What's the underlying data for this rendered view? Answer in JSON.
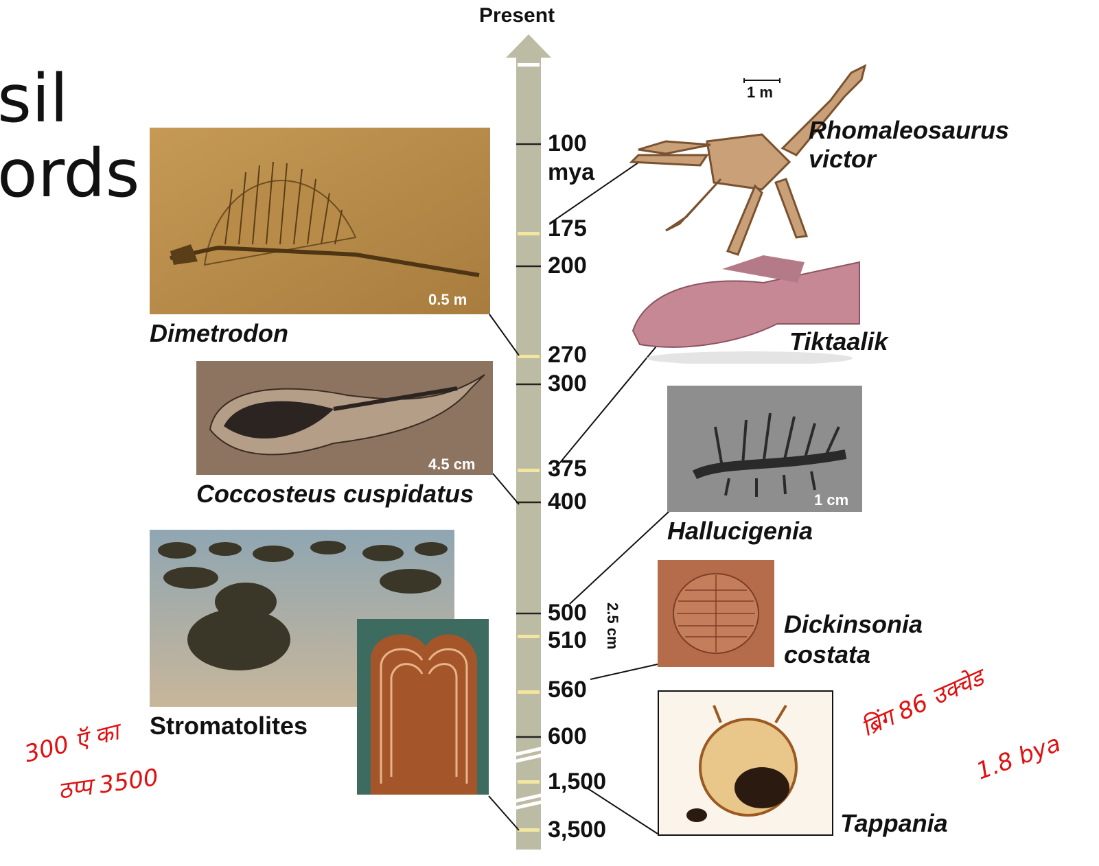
{
  "slide": {
    "title_line1": "sil",
    "title_line2": "ords"
  },
  "timeline": {
    "top_label": "Present",
    "unit": "mya",
    "ticks": [
      "100",
      "175",
      "200",
      "270",
      "300",
      "375",
      "400",
      "500",
      "510",
      "560",
      "600",
      "1,500",
      "3,500"
    ],
    "axis_color": "#bcbca4",
    "marker_color": "#f2e6a0"
  },
  "fossils": {
    "rhomaleosaurus": {
      "name_line1": "Rhomaleosaurus",
      "name_line2": "victor",
      "scale": "1 m"
    },
    "dimetrodon": {
      "name": "Dimetrodon",
      "scale": "0.5 m"
    },
    "tiktaalik": {
      "name": "Tiktaalik"
    },
    "coccosteus": {
      "name": "Coccosteus cuspidatus",
      "scale": "4.5 cm"
    },
    "hallucigenia": {
      "name": "Hallucigenia",
      "scale": "1 cm"
    },
    "dickinsonia": {
      "name_line1": "Dickinsonia",
      "name_line2": "costata",
      "scale": "2.5 cm"
    },
    "stromatolites": {
      "name": "Stromatolites"
    },
    "tappania": {
      "name": "Tappania"
    }
  },
  "annotations": {
    "left_line1": "300 ऍ का",
    "left_line2": "ठप्प 3500",
    "right_line1": "ब्रिंग 86 उक्चेड",
    "right_line2": "1.8 bya",
    "ink_color": "#e01010"
  }
}
